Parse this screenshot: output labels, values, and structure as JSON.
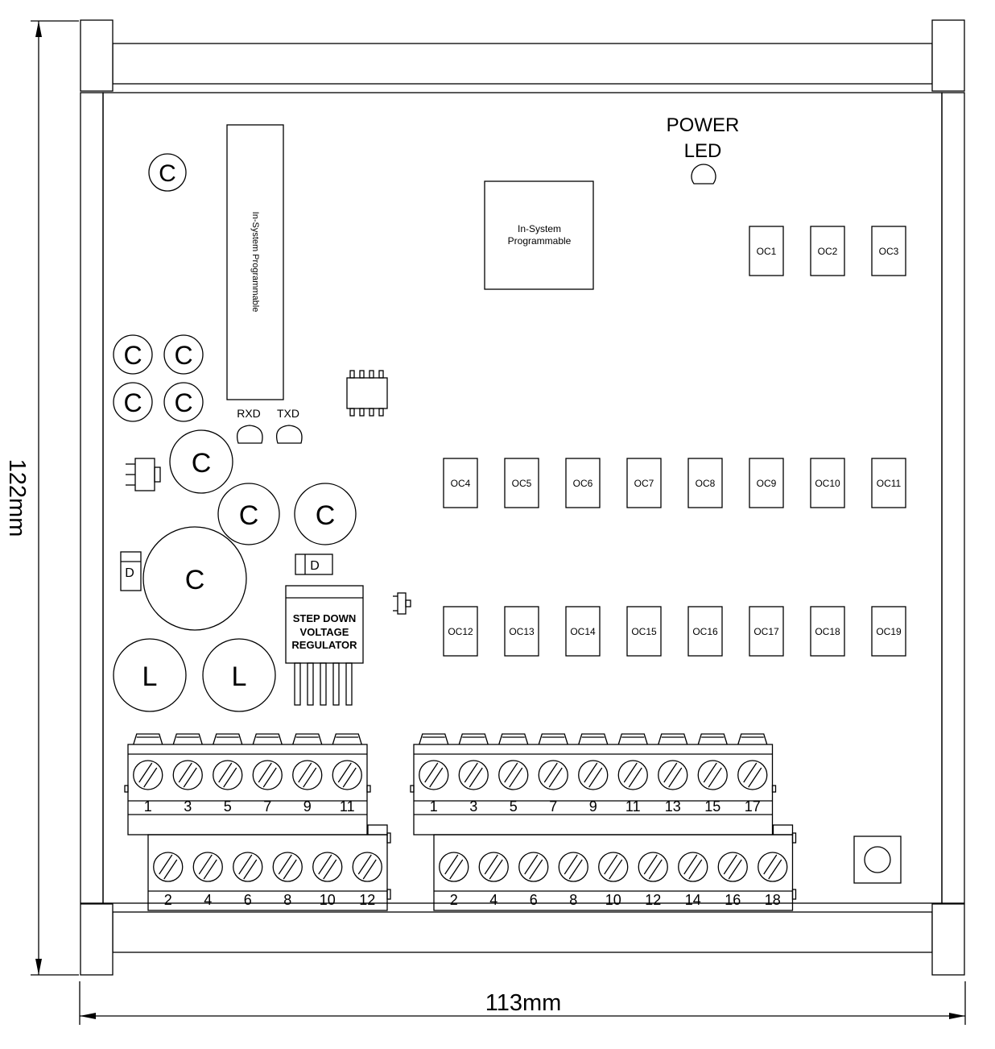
{
  "dimensions": {
    "height": "122mm",
    "width": "113mm"
  },
  "power_led": {
    "line1": "POWER",
    "line2": "LED"
  },
  "isp_vertical": "In-System Programmable",
  "isp_chip": {
    "line1": "In-System",
    "line2": "Programmable"
  },
  "led_labels": {
    "rxd": "RXD",
    "txd": "TXD"
  },
  "capacitor_label": "C",
  "inductor_label": "L",
  "diode_label": "D",
  "regulator": {
    "line1": "STEP DOWN",
    "line2": "VOLTAGE",
    "line3": "REGULATOR"
  },
  "optocouplers": [
    "OC1",
    "OC2",
    "OC3",
    "OC4",
    "OC5",
    "OC6",
    "OC7",
    "OC8",
    "OC9",
    "OC10",
    "OC11",
    "OC12",
    "OC13",
    "OC14",
    "OC15",
    "OC16",
    "OC17",
    "OC18",
    "OC19"
  ],
  "terminals": {
    "left_top": [
      "1",
      "3",
      "5",
      "7",
      "9",
      "11"
    ],
    "left_bottom": [
      "2",
      "4",
      "6",
      "8",
      "10",
      "12"
    ],
    "right_top": [
      "1",
      "3",
      "5",
      "7",
      "9",
      "11",
      "13",
      "15",
      "17"
    ],
    "right_bottom": [
      "2",
      "4",
      "6",
      "8",
      "10",
      "12",
      "14",
      "16",
      "18"
    ]
  }
}
